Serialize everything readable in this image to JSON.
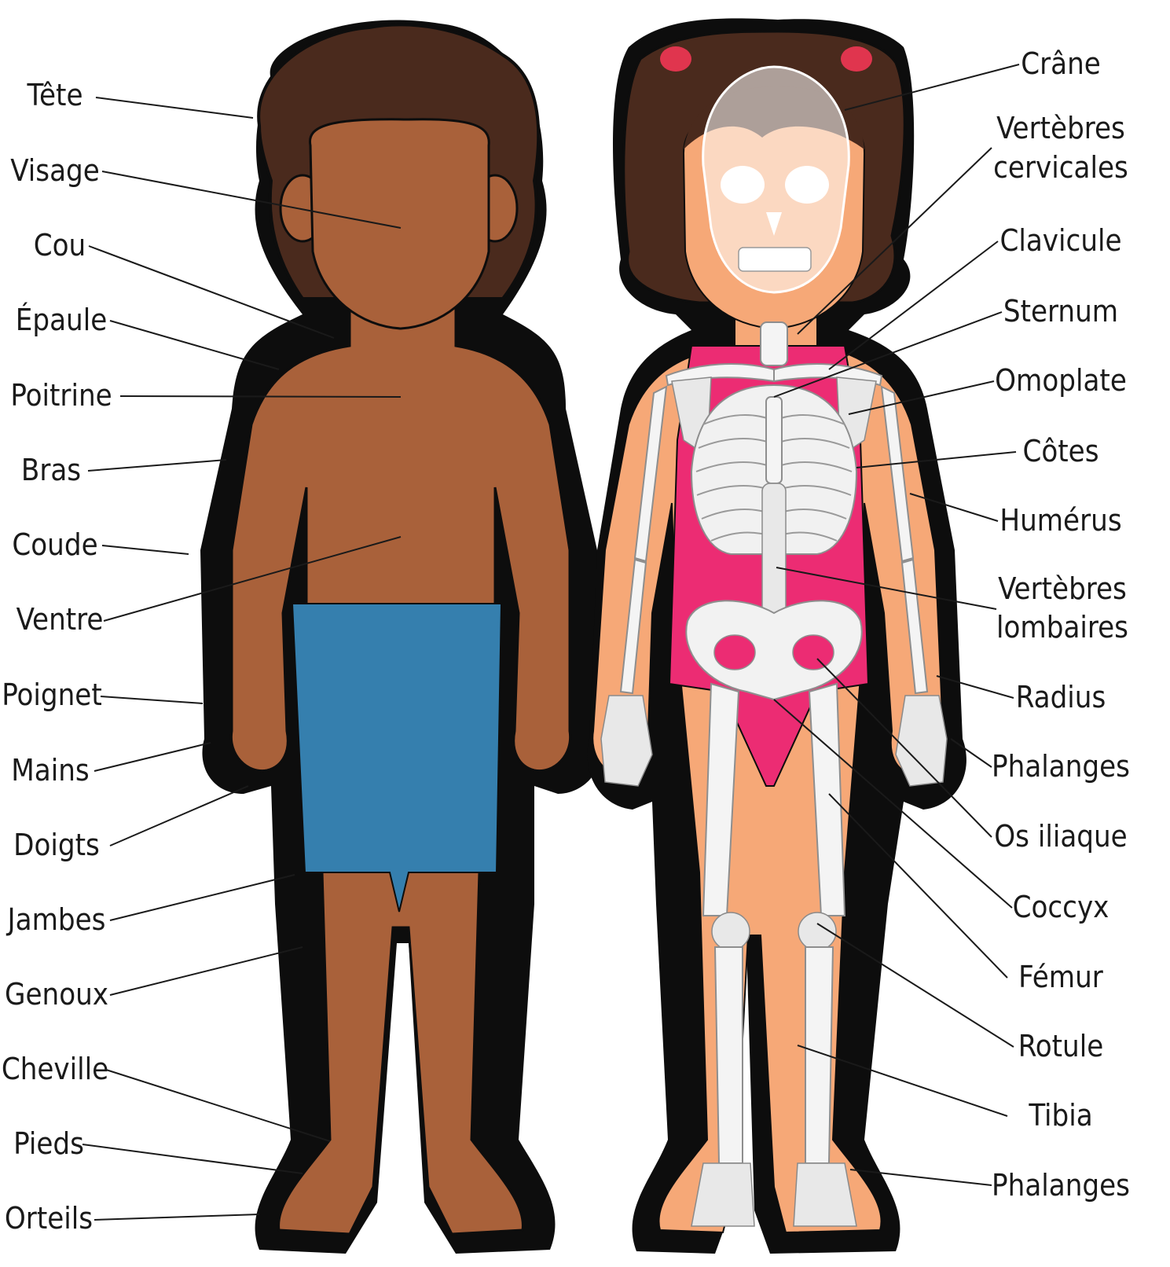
{
  "colors": {
    "outline": "#0d0d0d",
    "boy_skin": "#a9613a",
    "boy_hair": "#4a2a1d",
    "boy_shorts": "#357fae",
    "girl_skin": "#f6a877",
    "girl_hair": "#4a2a1d",
    "girl_hair_tie": "#e0354e",
    "girl_swimsuit": "#ec2c73",
    "bone": "#f4f4f4"
  },
  "left_labels": [
    "Tête",
    "Visage",
    "Cou",
    "Épaule",
    "Poitrine",
    "Bras",
    "Coude",
    "Ventre",
    "Poignet",
    "Mains",
    "Doigts",
    "Jambes",
    "Genoux",
    "Cheville",
    "Pieds",
    "Orteils"
  ],
  "right_labels": [
    [
      "Crâne"
    ],
    [
      "Vertèbres",
      "cervicales"
    ],
    [
      "Clavicule"
    ],
    [
      "Sternum"
    ],
    [
      "Omoplate"
    ],
    [
      "Côtes"
    ],
    [
      "Humérus"
    ],
    [
      "Vertèbres",
      "lombaires"
    ],
    [
      "Radius"
    ],
    [
      "Phalanges"
    ],
    [
      "Os iliaque"
    ],
    [
      "Coccyx"
    ],
    [
      "Fémur"
    ],
    [
      "Rotule"
    ],
    [
      "Tibia"
    ],
    [
      "Phalanges"
    ]
  ]
}
